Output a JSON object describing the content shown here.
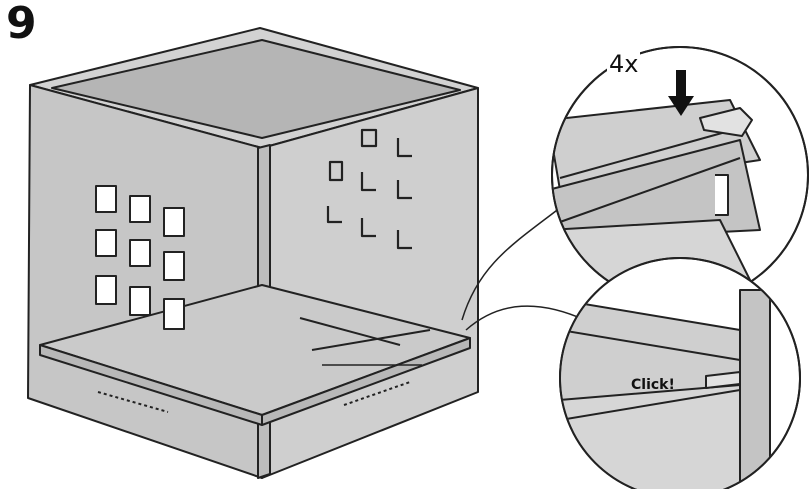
{
  "step": {
    "number": "9"
  },
  "detail_top": {
    "quantity": "4x",
    "icon": "arrow-down-icon"
  },
  "detail_bottom": {
    "action": "Click!"
  },
  "colors": {
    "panel": "#c9c9c9",
    "panel_dark": "#b9b9b9",
    "line": "#222222",
    "background": "#ffffff"
  }
}
